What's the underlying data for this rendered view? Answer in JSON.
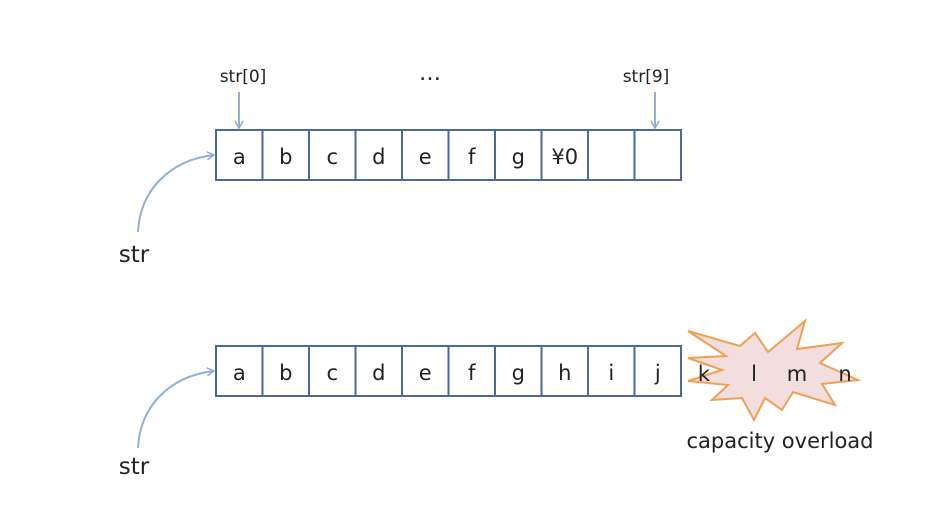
{
  "top_array": {
    "cells": [
      "a",
      "b",
      "c",
      "d",
      "e",
      "f",
      "g",
      "¥0",
      "",
      ""
    ],
    "label_first": "str[0]",
    "label_last": "str[9]",
    "ellipsis": "…",
    "pointer_label": "str"
  },
  "bottom_array": {
    "cells": [
      "a",
      "b",
      "c",
      "d",
      "e",
      "f",
      "g",
      "h",
      "i",
      "j"
    ],
    "overflow": [
      "k",
      "l",
      "m",
      "n"
    ],
    "overflow_caption": "capacity overload",
    "pointer_label": "str"
  },
  "colors": {
    "cell_border": "#4a6a9a",
    "arrow": "#8fb0d8",
    "burst_fill": "#f2dede",
    "burst_stroke": "#f0a050"
  }
}
